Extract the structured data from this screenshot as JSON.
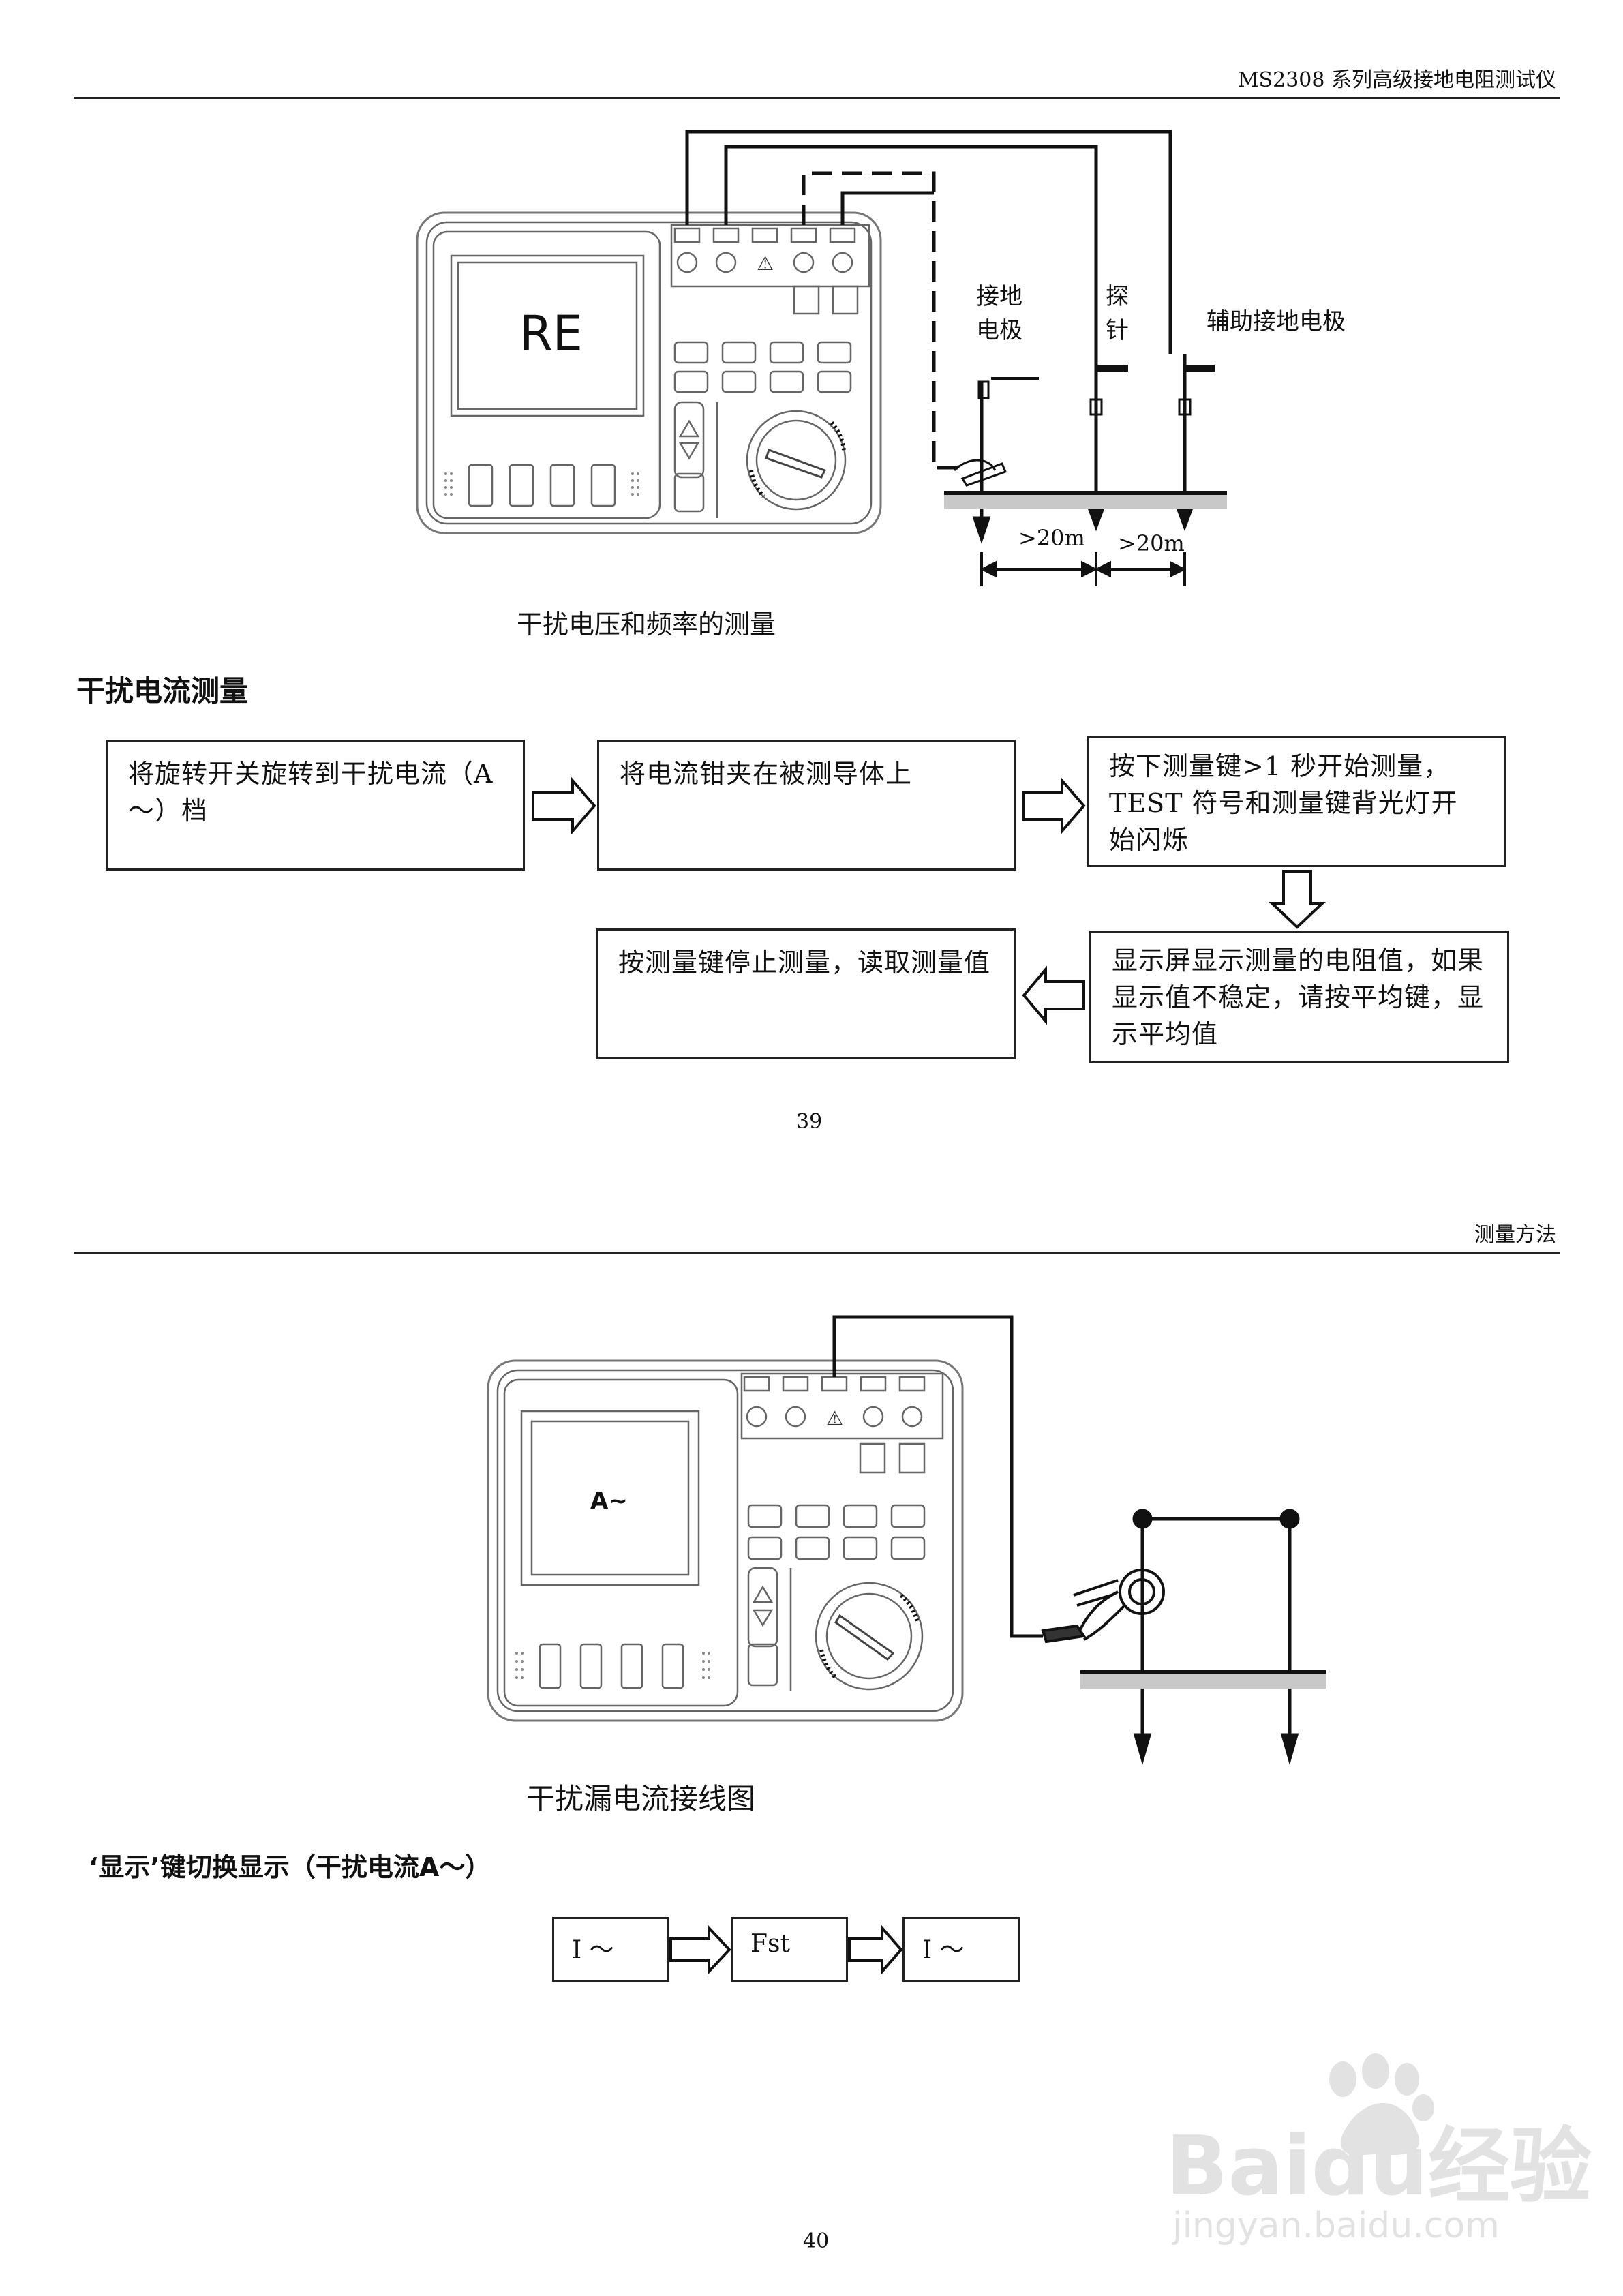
{
  "page1": {
    "header": "MS2308 系列高级接地电阻测试仪",
    "device_screen": "RE",
    "labels": {
      "ground_electrode_1": "接地",
      "ground_electrode_2": "电极",
      "probe_1": "探",
      "probe_2": "针",
      "aux_electrode": "辅助接地电极",
      "dist_1": ">20m",
      "dist_2": ">20m"
    },
    "caption": "干扰电压和频率的测量",
    "section_title": "干扰电流测量",
    "flow": {
      "step1": "将旋转开关旋转到干扰电流（A～）档",
      "step2": "将电流钳夹在被测导体上",
      "step3": "按下测量键>1 秒开始测量，TEST 符号和测量键背光灯开始闪烁",
      "step4": "显示屏显示测量的电阻值，如果显示值不稳定，请按平均键，显示平均值",
      "step5": "按测量键停止测量，读取测量值"
    },
    "page_number": "39"
  },
  "page2": {
    "header": "测量方法",
    "device_screen": "A~",
    "caption": "干扰漏电流接线图",
    "section_title": "‘显示’键切换显示（干扰电流A～）",
    "display_cycle": [
      "I ～",
      "Fst",
      "I ～"
    ],
    "page_number": "40"
  },
  "watermark": {
    "brand": "Baidu经验",
    "url": "jingyan.baidu.com"
  }
}
